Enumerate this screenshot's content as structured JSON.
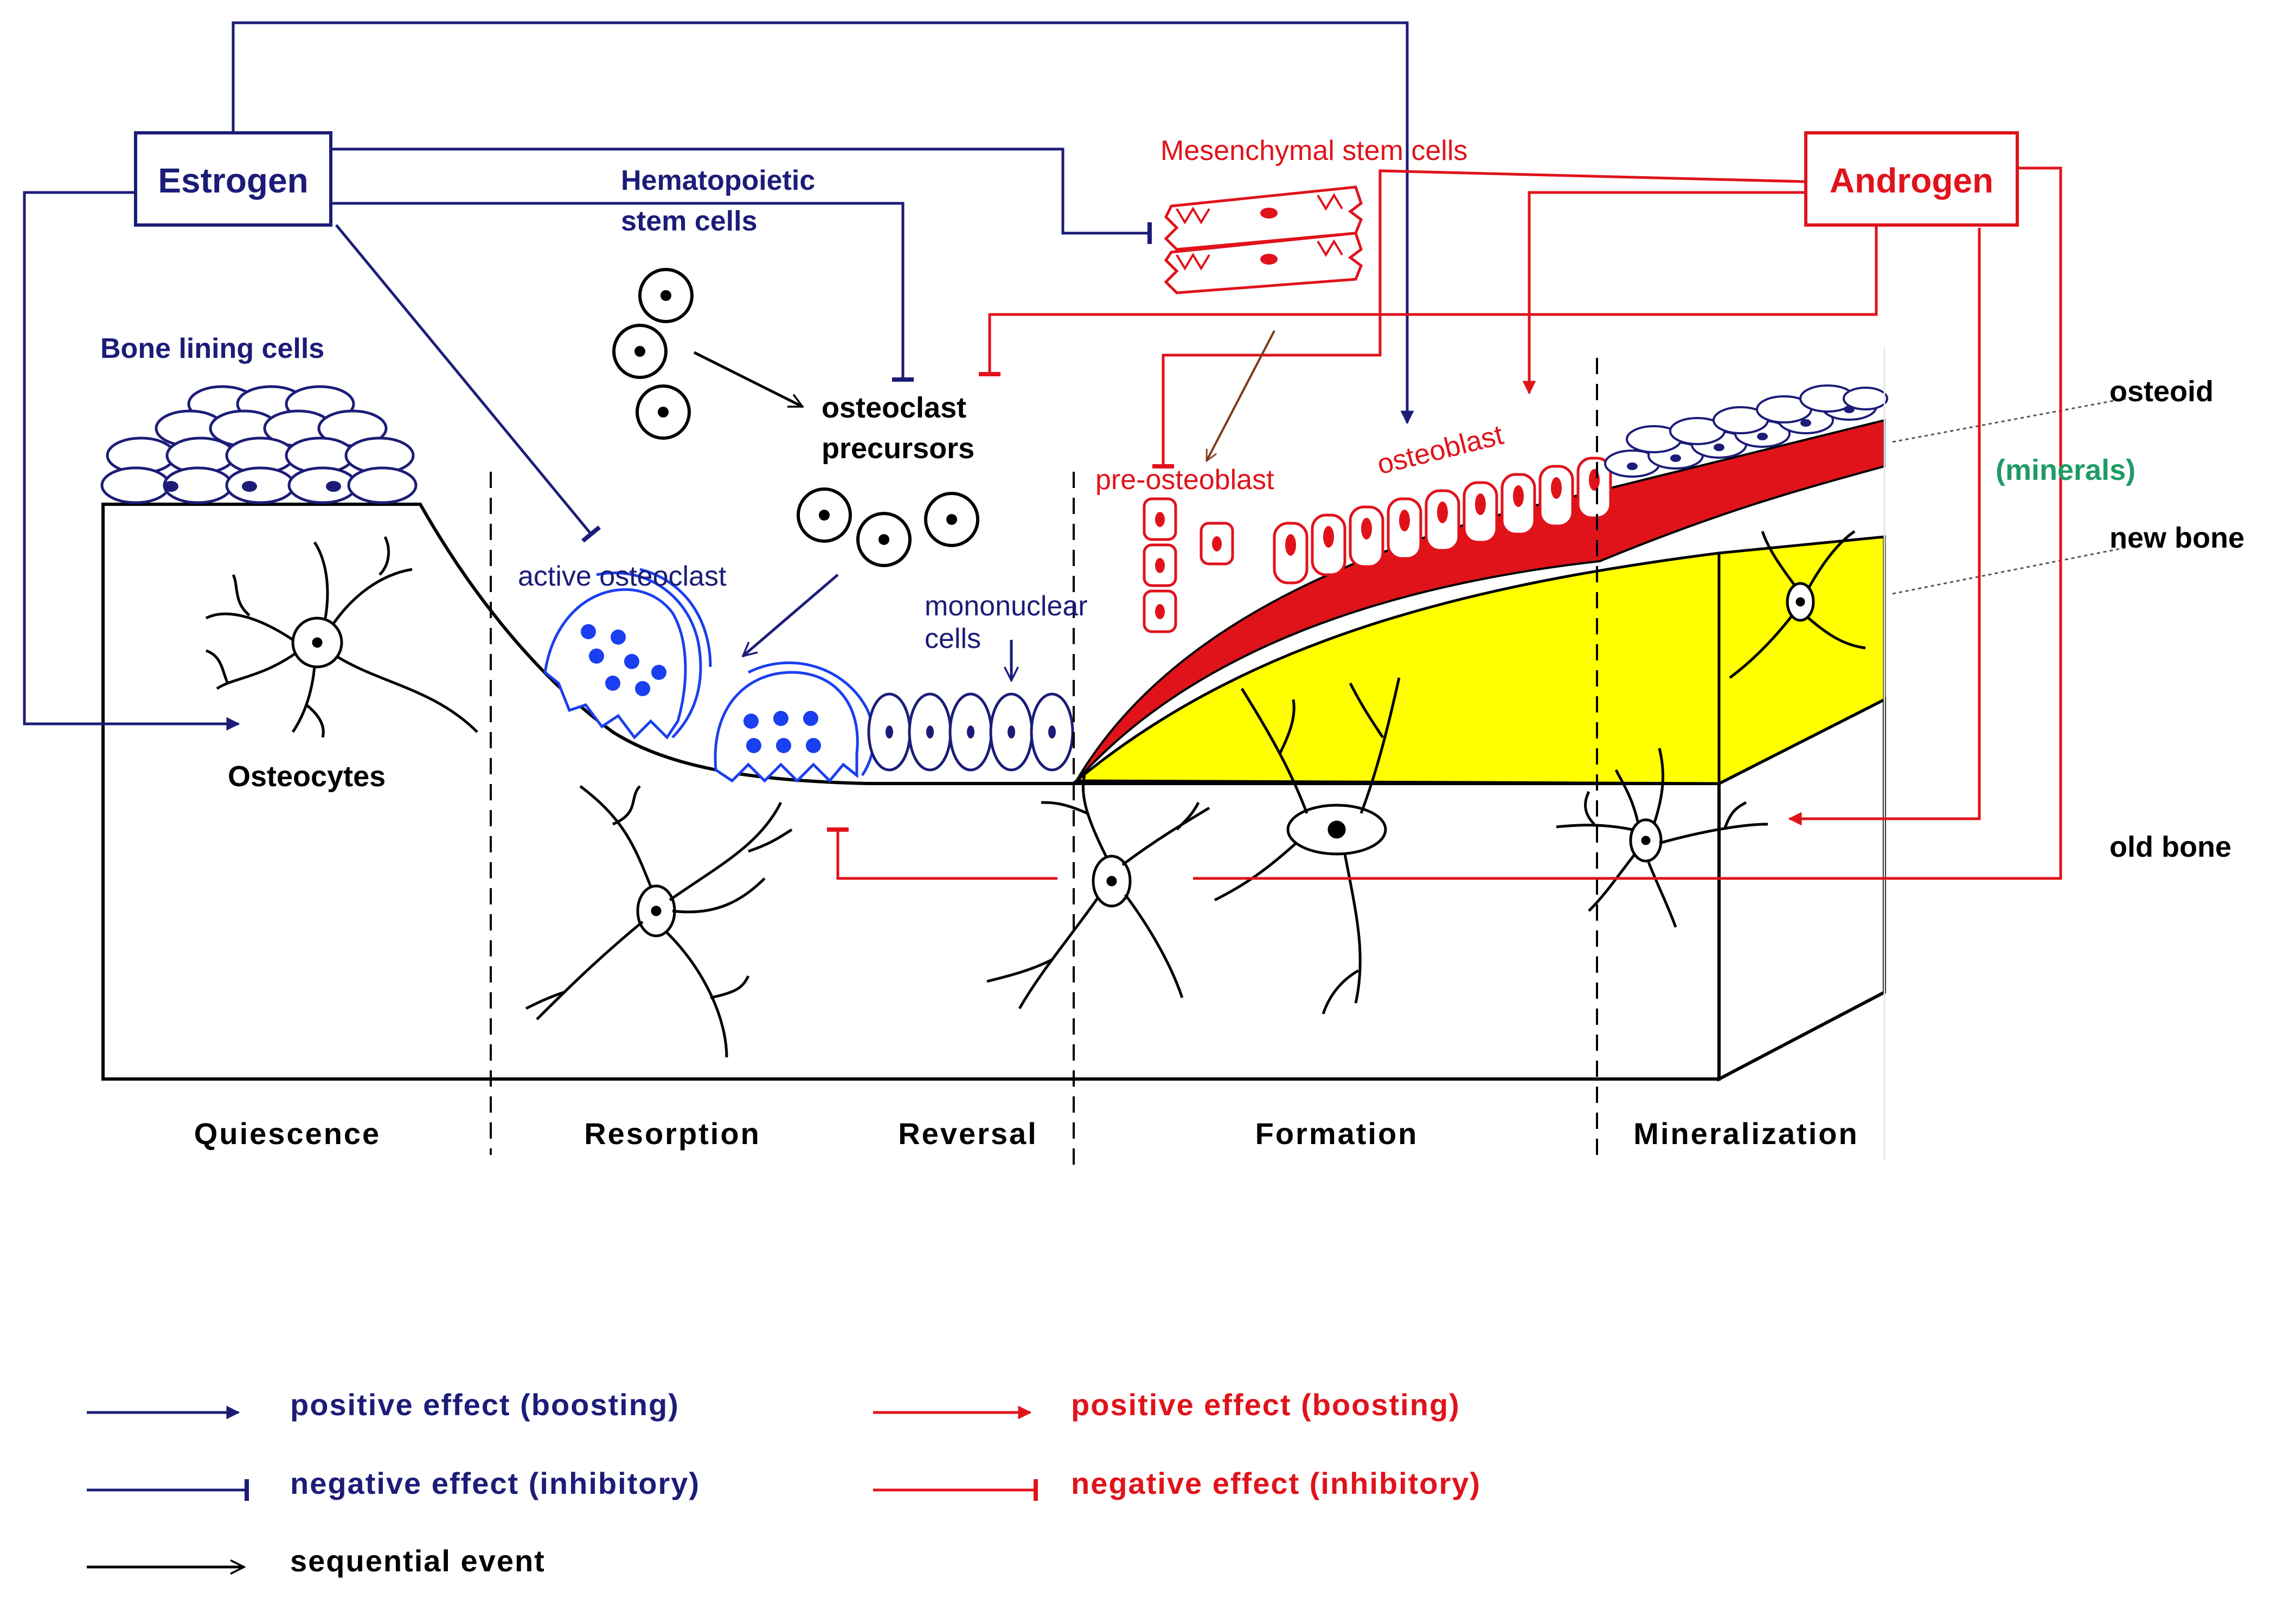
{
  "hormones": {
    "estrogen": "Estrogen",
    "androgen": "Androgen"
  },
  "cells": {
    "hematopoietic": [
      "Hematopoietic",
      "stem cells"
    ],
    "mesenchymal": "Mesenchymal stem cells",
    "bone_lining": "Bone lining cells",
    "osteoclast_precursors": [
      "osteoclast",
      "precursors"
    ],
    "active_osteoclast": "active osteoclast",
    "mononuclear": [
      "mononuclear",
      "cells"
    ],
    "pre_osteoblast": "pre-osteoblast",
    "osteoblast": "osteoblast",
    "osteocytes": "Osteocytes"
  },
  "layers": {
    "osteoid": "osteoid",
    "minerals": "(minerals)",
    "new_bone": "new bone",
    "old_bone": "old bone"
  },
  "phases": [
    "Quiescence",
    "Resorption",
    "Reversal",
    "Formation",
    "Mineralization"
  ],
  "legend": {
    "blue_positive": "positive effect (boosting)",
    "blue_negative": "negative effect (inhibitory)",
    "red_positive": "positive effect (boosting)",
    "red_negative": "negative effect (inhibitory)",
    "sequential": "sequential event"
  },
  "colors": {
    "estrogen_blue": "#1c1c78",
    "androgen_red": "#e0131b",
    "new_bone_yellow": "#ffff00",
    "osteoclast_nuclei": "#1a3ff0",
    "minerals_green": "#1f9a66"
  }
}
